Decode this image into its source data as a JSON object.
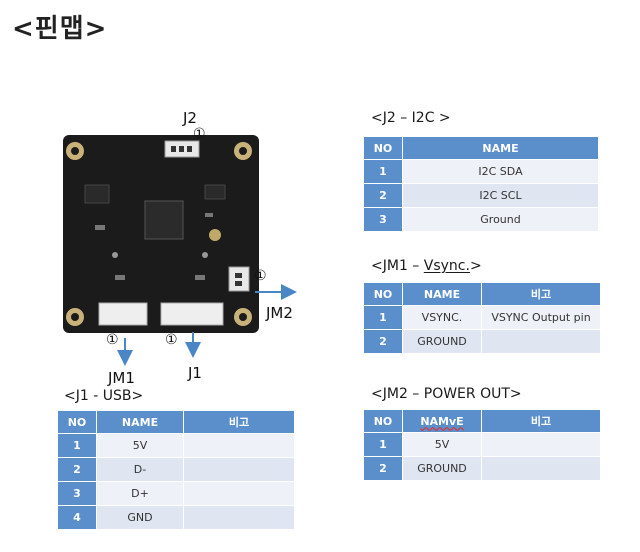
{
  "page_title": "<핀맵>",
  "board": {
    "labels": {
      "j2": "J2",
      "jm2": "JM2",
      "jm1": "JM1",
      "j1": "J1"
    },
    "pin1_marker": "①"
  },
  "tables": {
    "j2": {
      "caption": "<J2 – I2C >",
      "headers": [
        "NO",
        "NAME"
      ],
      "rows": [
        {
          "no": "1",
          "name": "I2C SDA"
        },
        {
          "no": "2",
          "name": "I2C SCL"
        },
        {
          "no": "3",
          "name": "Ground"
        }
      ]
    },
    "jm1": {
      "caption_prefix": "<JM1 – ",
      "caption_word": "Vsync.",
      "caption_suffix": ">",
      "headers": [
        "NO",
        "NAME",
        "비고"
      ],
      "rows": [
        {
          "no": "1",
          "name": "VSYNC.",
          "note": "VSYNC Output pin"
        },
        {
          "no": "2",
          "name": "GROUND",
          "note": ""
        }
      ]
    },
    "jm2": {
      "caption": "<JM2 –  POWER OUT>",
      "headers": [
        "NO",
        "NAMvE",
        "비고"
      ],
      "rows": [
        {
          "no": "1",
          "name": "5V",
          "note": ""
        },
        {
          "no": "2",
          "name": "GROUND",
          "note": ""
        }
      ]
    },
    "j1": {
      "caption": "<J1 - USB>",
      "headers": [
        "NO",
        "NAME",
        "비고"
      ],
      "rows": [
        {
          "no": "1",
          "name": "5V",
          "note": ""
        },
        {
          "no": "2",
          "name": "D-",
          "note": ""
        },
        {
          "no": "3",
          "name": "D+",
          "note": ""
        },
        {
          "no": "4",
          "name": "GND",
          "note": ""
        }
      ]
    }
  },
  "colors": {
    "header": "#5b8fcb",
    "row_light": "#eef2f8",
    "row_dark": "#dfe6f1",
    "arrow": "#4a86c5",
    "pcb": "#1b1b1b"
  }
}
